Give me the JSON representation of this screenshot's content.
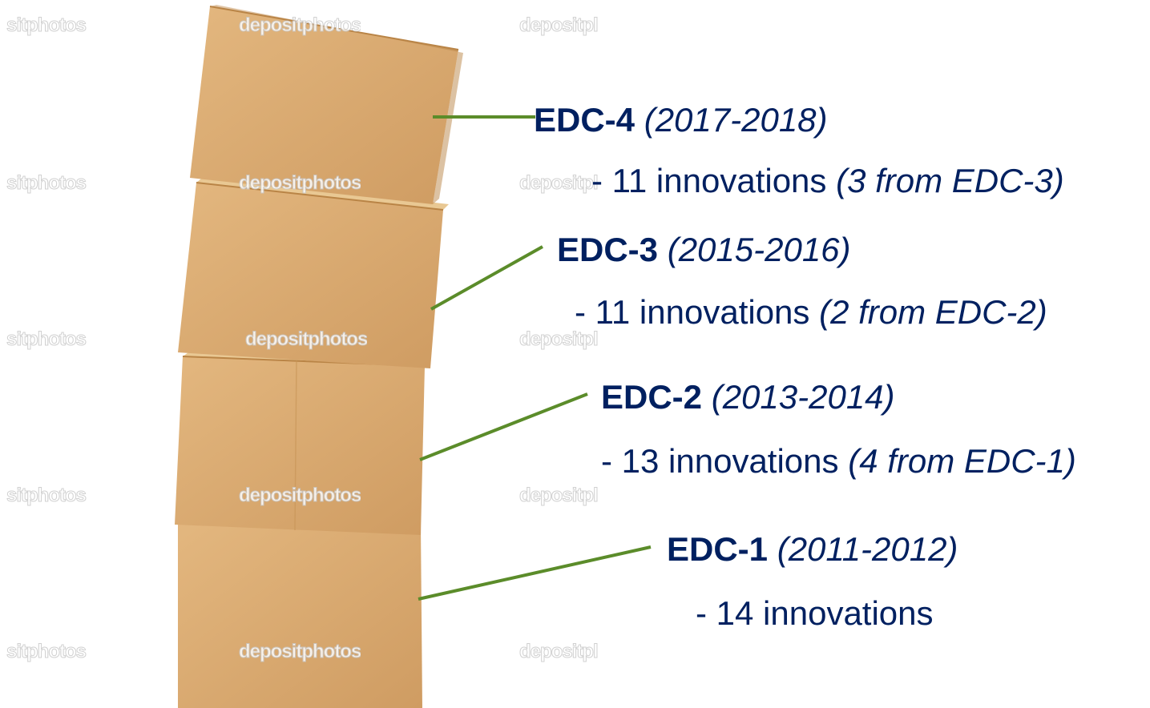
{
  "watermarks": {
    "left": "sitphotos",
    "center": "depositphotos",
    "right": "depositpl"
  },
  "colors": {
    "text": "#002060",
    "connector": "#5b8c2a",
    "box_front": "#d9ab72",
    "box_side": "#c79456",
    "box_top": "#e8c490"
  },
  "stages": [
    {
      "code": "EDC-4",
      "years": "(2017-2018)",
      "detail_prefix": "- 11 innovations",
      "detail_note": "(3 from EDC-3)"
    },
    {
      "code": "EDC-3",
      "years": "(2015-2016)",
      "detail_prefix": "- 11 innovations",
      "detail_note": "(2 from EDC-2)"
    },
    {
      "code": "EDC-2",
      "years": "(2013-2014)",
      "detail_prefix": "- 13 innovations",
      "detail_note": "(4 from EDC-1)"
    },
    {
      "code": "EDC-1",
      "years": "(2011-2012)",
      "detail_prefix": "- 14 innovations",
      "detail_note": ""
    }
  ]
}
